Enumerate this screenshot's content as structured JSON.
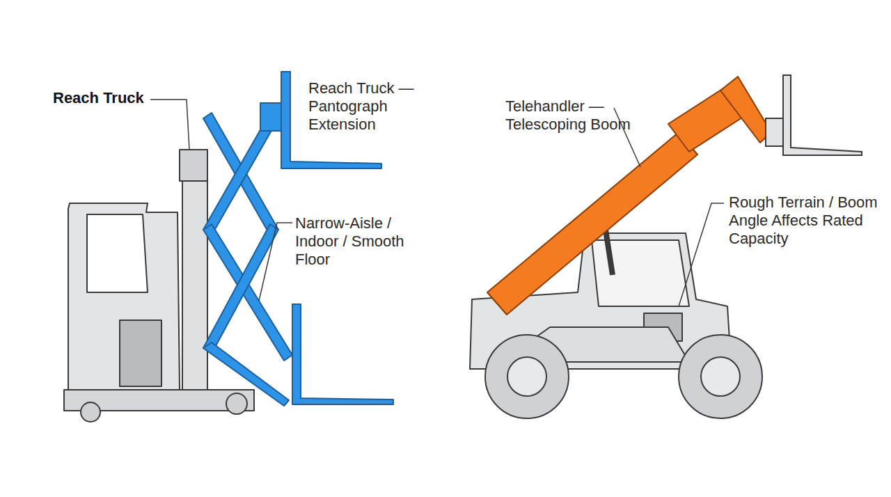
{
  "diagram": {
    "labels": [
      "Reach Truck",
      "Reach Truck — Pantograph Extension",
      "Narrow-Aisle / Indoor / Smooth Floor",
      "Telehandler — Telescoping Boom",
      "Rough Terrain / Boom Angle Affects Rated Capacity"
    ]
  }
}
